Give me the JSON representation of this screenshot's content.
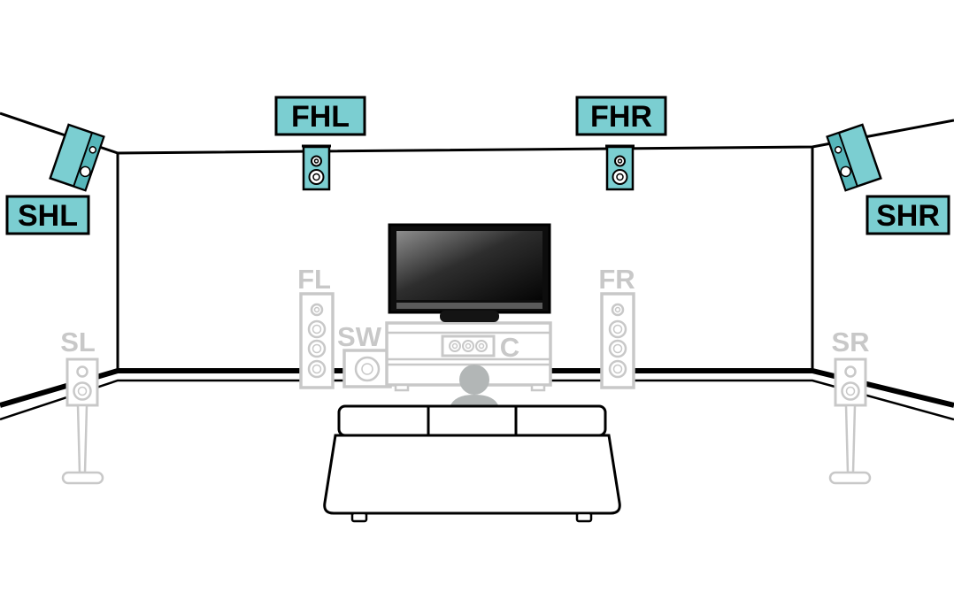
{
  "diagram": {
    "labels": {
      "fhl": "FHL",
      "fhr": "FHR",
      "shl": "SHL",
      "shr": "SHR",
      "fl": "FL",
      "fr": "FR",
      "c": "C",
      "sw": "SW",
      "sl": "SL",
      "sr": "SR"
    },
    "colors": {
      "highlight_teal": "#7BCED1",
      "highlight_teal_dark": "#56B6BA",
      "inactive_gray": "#C8C8C8",
      "person_gray": "#B2B6B6",
      "outline_black": "#000000"
    }
  }
}
